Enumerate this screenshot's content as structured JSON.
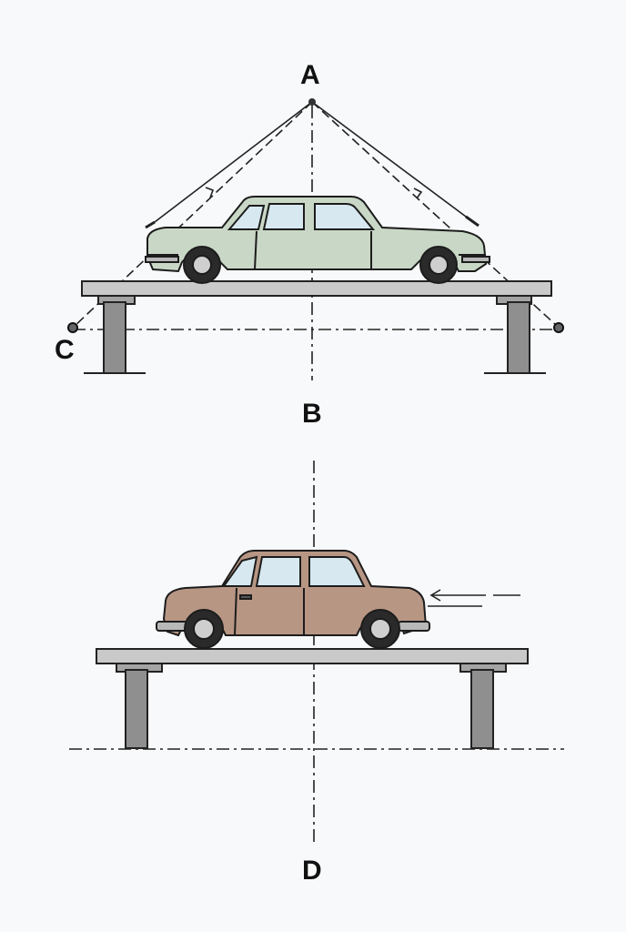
{
  "labels": {
    "a": "A",
    "b": "B",
    "c": "C",
    "d": "D"
  },
  "colors": {
    "background": "#f8f9fa",
    "ink": "#1c1c1c",
    "top_car_body": "#c9d8c6",
    "bottom_car_body": "#b89684",
    "window": "#d7e8f0",
    "beam": "#c9c9c9",
    "post": "#8f8f8f",
    "tire": "#2a2a2a",
    "hub": "#cfcfcf"
  },
  "icons": [
    "car-sedan-side",
    "arrow-right-icon",
    "pivot-point-icon",
    "motion-lines-icon"
  ]
}
